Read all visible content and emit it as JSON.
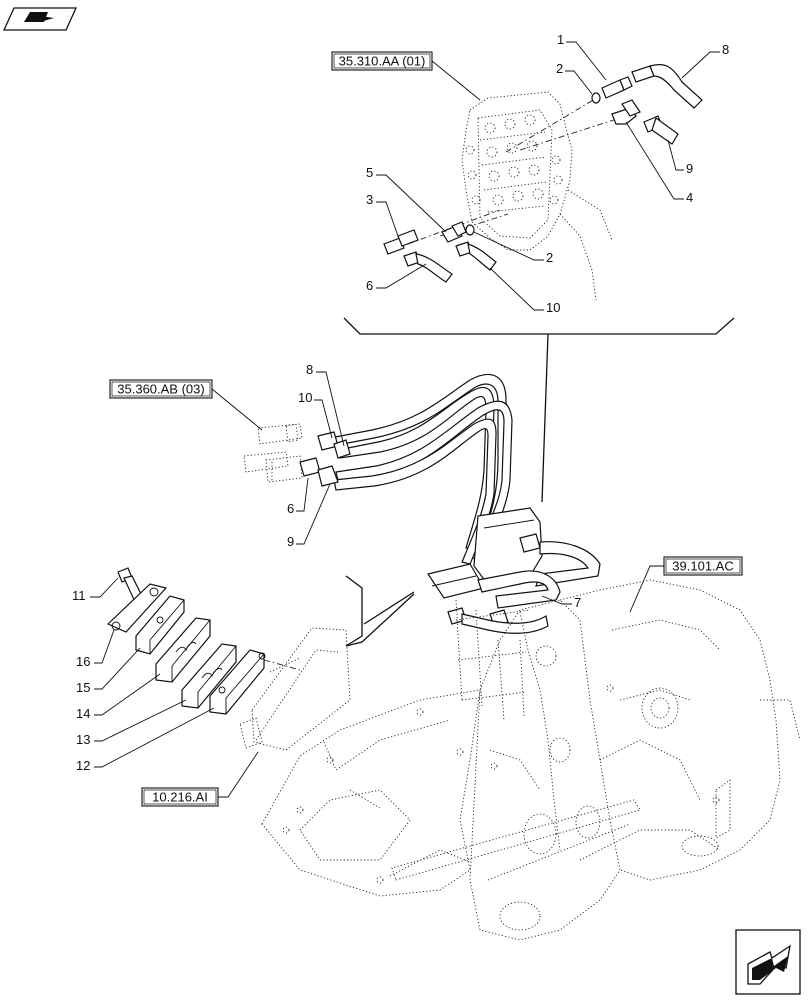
{
  "references": {
    "r1": "35.310.AA (01)",
    "r2": "35.360.AB (03)",
    "r3": "39.101.AC",
    "r4": "10.216.AI"
  },
  "callouts": {
    "top_1": "1",
    "top_2a": "2",
    "top_8": "8",
    "top_9": "9",
    "top_4": "4",
    "top_5": "5",
    "top_3": "3",
    "top_6": "6",
    "top_2b": "2",
    "top_10": "10",
    "mid_8": "8",
    "mid_10": "10",
    "mid_6": "6",
    "mid_9": "9",
    "mid_7": "7",
    "clamp_11": "11",
    "clamp_16": "16",
    "clamp_15": "15",
    "clamp_14": "14",
    "clamp_13": "13",
    "clamp_12": "12"
  },
  "icons": {
    "top_left": "book-pointer-icon",
    "bottom_right": "next-page-arrow-icon"
  }
}
